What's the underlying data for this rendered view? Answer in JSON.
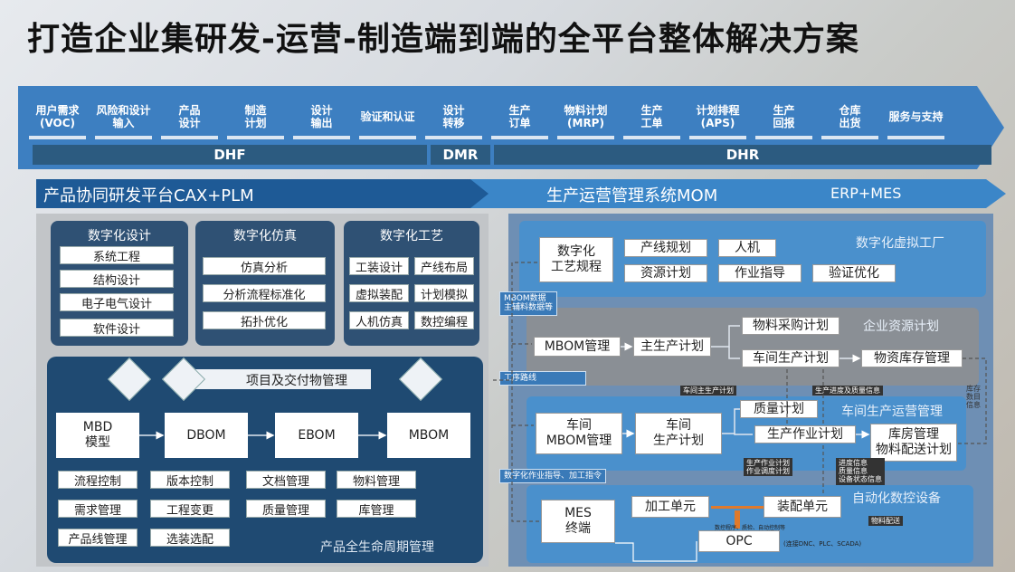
{
  "title": "打造企业集研发-运营-制造端到端的全平台整体解决方案",
  "steps": [
    "用户需求\n(VOC)",
    "风险和设计\n输入",
    "产品\n设计",
    "制造\n计划",
    "设计\n输出",
    "验证和认证",
    "设计\n转移",
    "生产\n订单",
    "物料计划\n(MRP)",
    "生产\n工单",
    "计划排程\n(APS)",
    "生产\n回报",
    "仓库\n出货",
    "服务与支持"
  ],
  "phases": {
    "dhf": "DHF",
    "dmr": "DMR",
    "dhr": "DHR"
  },
  "bands": {
    "left": "产品协同研发平台CAX+PLM",
    "right": "生产运营管理系统MOM",
    "right_sub": "ERP+MES"
  },
  "left": {
    "design": {
      "head": "数字化设计",
      "items": [
        "系统工程",
        "结构设计",
        "电子电气设计",
        "软件设计"
      ]
    },
    "sim": {
      "head": "数字化仿真",
      "items": [
        "仿真分析",
        "分析流程标准化",
        "拓扑优化"
      ]
    },
    "proc": {
      "head": "数字化工艺",
      "items": [
        "工装设计",
        "产线布局",
        "虚拟装配",
        "计划模拟",
        "人机仿真",
        "数控编程"
      ]
    },
    "project": "项目及交付物管理",
    "flow": [
      "MBD\n模型",
      "DBOM",
      "EBOM",
      "MBOM"
    ],
    "mgmt": [
      "流程控制",
      "版本控制",
      "文档管理",
      "物料管理",
      "需求管理",
      "工程变更",
      "质量管理",
      "库管理",
      "产品线管理",
      "选装选配"
    ],
    "footer": "产品全生命周期管理"
  },
  "right": {
    "virtual": {
      "label": "数字化虚拟工厂",
      "main": "数字化\n工艺规程",
      "items": [
        "产线规划",
        "人机",
        "资源计划",
        "作业指导",
        "验证优化"
      ]
    },
    "erp": {
      "label": "企业资源计划",
      "items": [
        "MBOM管理",
        "主生产计划",
        "物料采购计划",
        "车间生产计划",
        "物资库存管理"
      ]
    },
    "shop": {
      "label": "车间生产运营管理",
      "items": [
        "车间\nMBOM管理",
        "车间\n生产计划",
        "质量计划",
        "生产作业计划",
        "库房管理\n物料配送计划"
      ]
    },
    "cnc": {
      "label": "自动化数控设备",
      "items": [
        "MES\n终端",
        "加工单元",
        "装配单元",
        "OPC"
      ],
      "opc_note": "(连接DNC、PLC、SCADA)"
    },
    "tags": {
      "mbom_data": "MBOM数据\n主辅料数据等",
      "route": "工序路线",
      "shop_plan": "车间主生产计划",
      "progress": "生产进度及质量信息",
      "work_plan": "生产作业计划\n作业调度计划",
      "status": "进度信息\n质量信息\n设备状态信息",
      "guide": "数字化作业指导、加工指令",
      "material": "物料配送",
      "stock": "库存\n数目\n信息",
      "dnc": "数控程序、质检、自动控制等"
    }
  }
}
